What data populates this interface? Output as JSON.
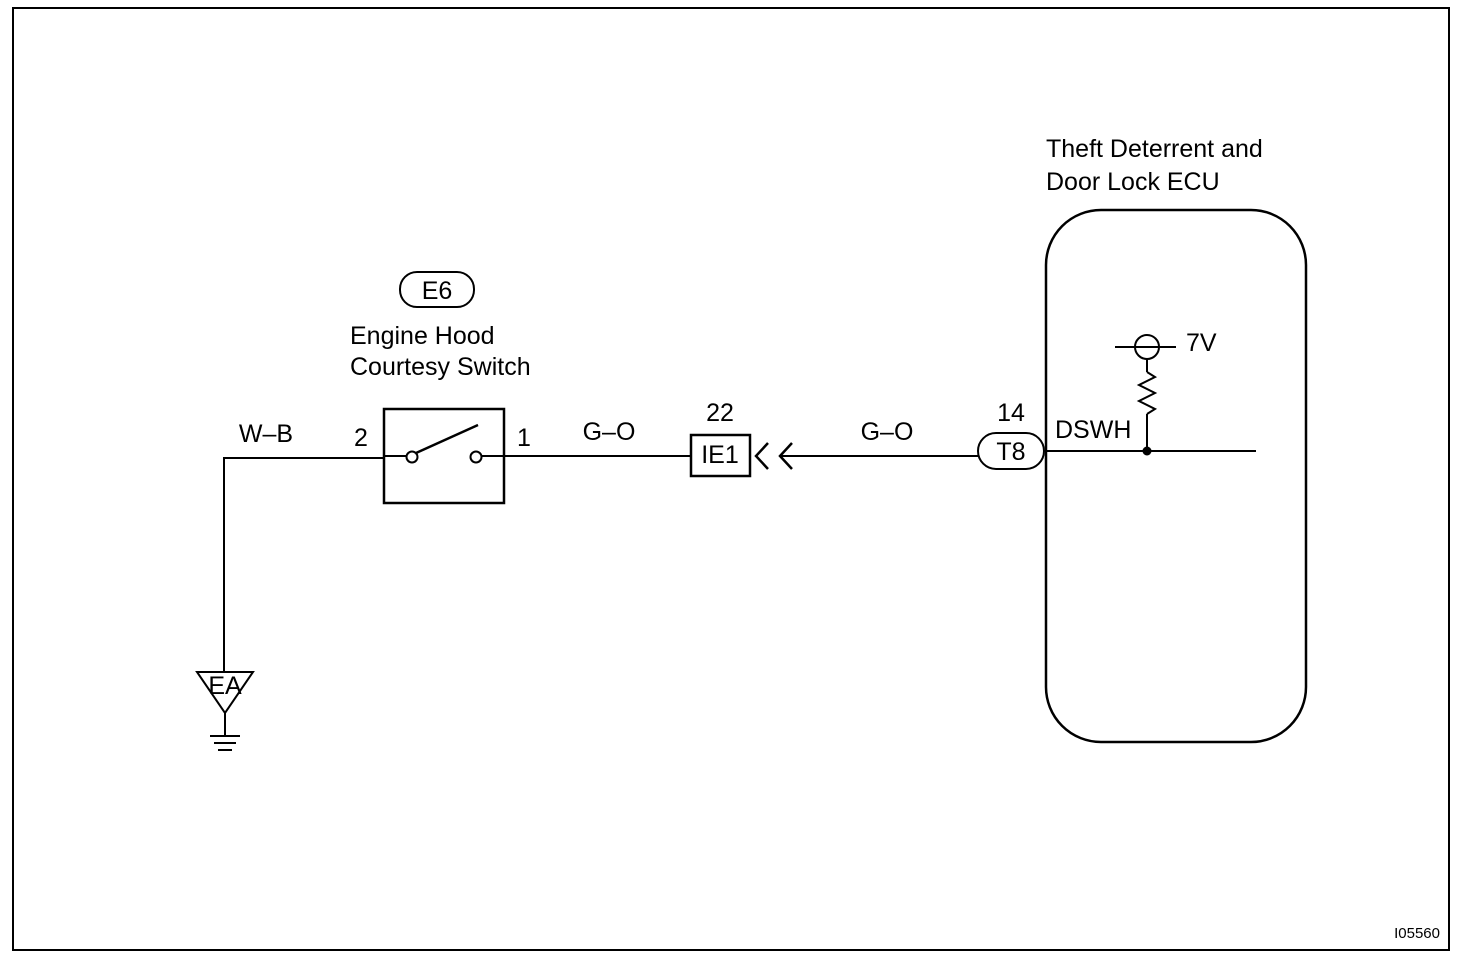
{
  "ecu": {
    "title_line1": "Theft Deterrent and",
    "title_line2": "Door Lock ECU",
    "voltage": "7V",
    "terminal_name": "DSWH",
    "connector": "T8",
    "pin": "14"
  },
  "switch": {
    "connector": "E6",
    "name_line1": "Engine Hood",
    "name_line2": "Courtesy Switch",
    "pin_left": "2",
    "pin_right": "1"
  },
  "junction": {
    "connector": "IE1",
    "pin": "22"
  },
  "wires": {
    "ground_wire": "W–B",
    "switch_to_junction": "G–O",
    "junction_to_ecu": "G–O"
  },
  "ground": {
    "label": "EA"
  },
  "figure_id": "I05560"
}
